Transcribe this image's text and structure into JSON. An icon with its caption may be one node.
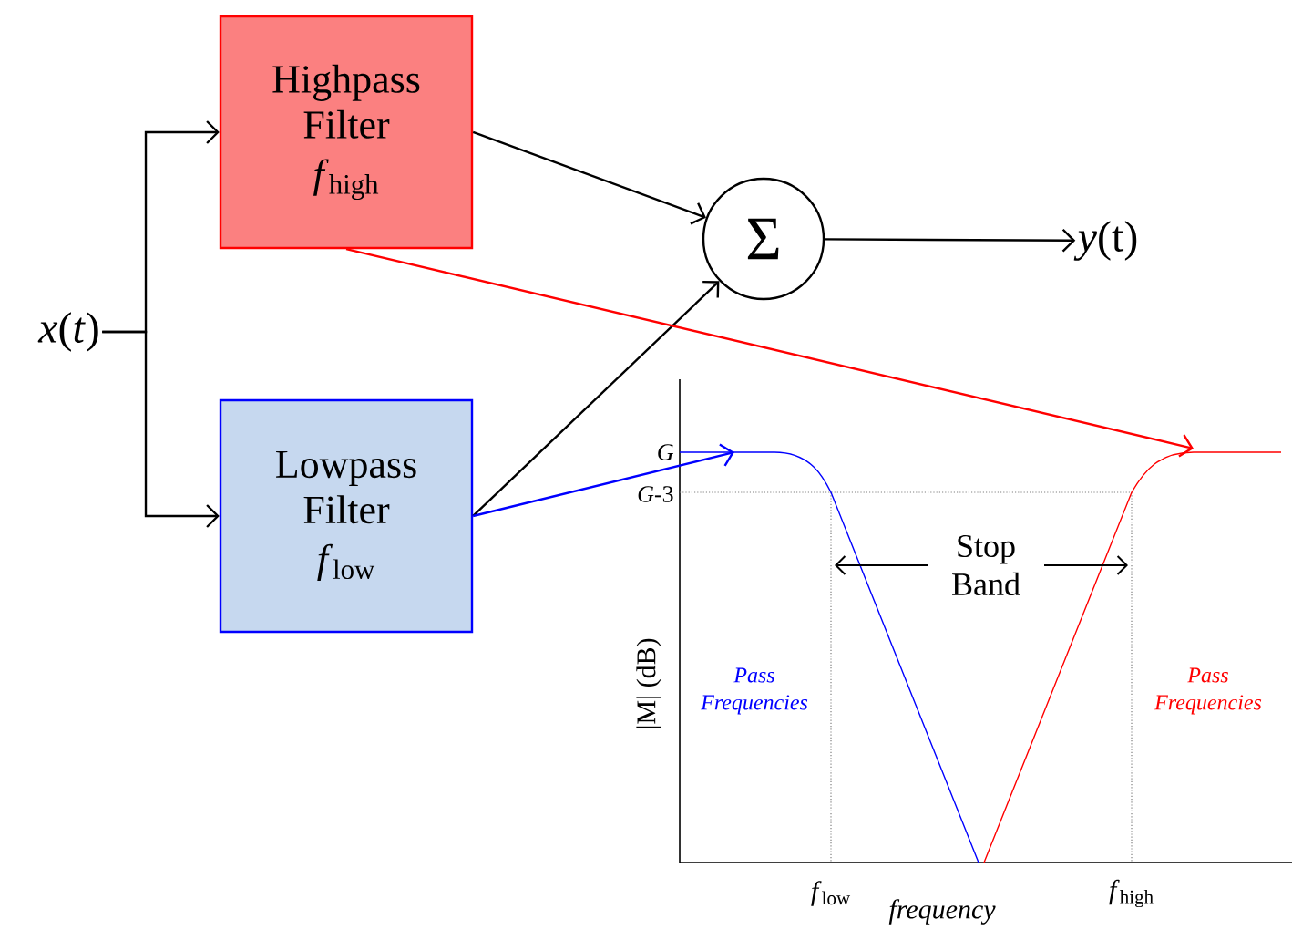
{
  "diagram": {
    "nodes": [
      {
        "text": [
          "*x*(*t*)"
        ]
      },
      {
        "text": [
          "Highpass Filter",
          "*f*$_{high}$"
        ]
      },
      {
        "text": [
          "Lowpass Filter",
          "*f*$_{low}$"
        ]
      },
      {
        "text": [
          "Σ"
        ]
      },
      {
        "text": [
          "*y*(t)"
        ]
      }
    ],
    "edges": [
      {
        "from": 0,
        "to": 1,
        "arrow": "to"
      },
      {
        "from": 0,
        "to": 2,
        "arrow": "to"
      },
      {
        "from": 1,
        "to": 3,
        "arrow": "to"
      },
      {
        "from": 2,
        "to": 3,
        "arrow": "to"
      },
      {
        "from": 3,
        "to": 4,
        "arrow": "to"
      },
      {
        "from": 1,
        "to": null,
        "arrow": "to",
        "color": "#ff0000"
      },
      {
        "from": 2,
        "to": null,
        "arrow": "to",
        "color": "#0000ff"
      }
    ],
    "labels": [
      "G",
      "*G*-3",
      "Stop Band",
      "|M| (dB)",
      "Pass Frequencies",
      "Pass Frequencies",
      "*f*$_{low}$",
      "*f*$_{high}$",
      "frequency"
    ]
  }
}
